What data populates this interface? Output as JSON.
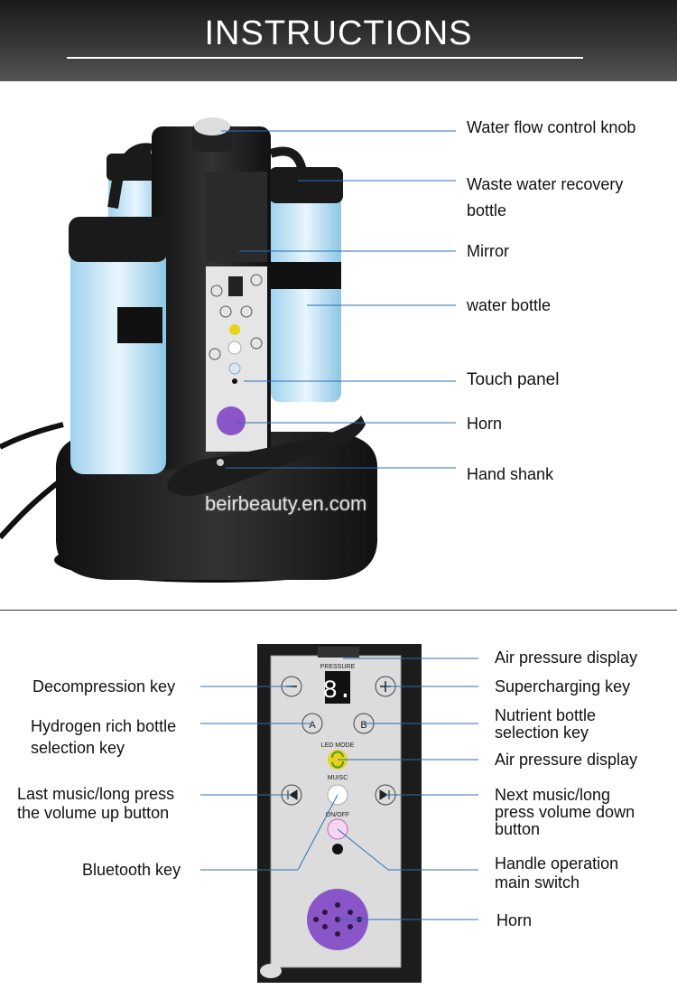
{
  "header": {
    "title": "INSTRUCTIONS"
  },
  "watermark": "beirbeauty.en.com",
  "top_labels": [
    "Water flow control knob",
    "Waste water recovery bottle",
    "Mirror",
    "water bottle",
    "Touch panel",
    "Horn",
    "Hand shank"
  ],
  "panel_labels": {
    "left": [
      "Decompression key",
      "Hydrogen rich bottle selection key",
      "Last music/long press the volume up button",
      "Bluetooth key"
    ],
    "right": [
      "Air pressure display",
      "Supercharging key",
      "Nutrient bottle selection key",
      "Air pressure display",
      "Next music/long press volume down button",
      "Handle operation main switch",
      "Horn"
    ]
  },
  "panel_text": {
    "pressure": "PRESSURE",
    "led_mode": "LED MODE",
    "music": "MUISC",
    "onoff": "ON/OFF",
    "key_a": "A",
    "key_b": "B",
    "digit": "8."
  },
  "colors": {
    "line": "#2a6fb5",
    "horn": "#8a55c8",
    "led": "#e8d21a",
    "glass": "#bfe3f5"
  }
}
